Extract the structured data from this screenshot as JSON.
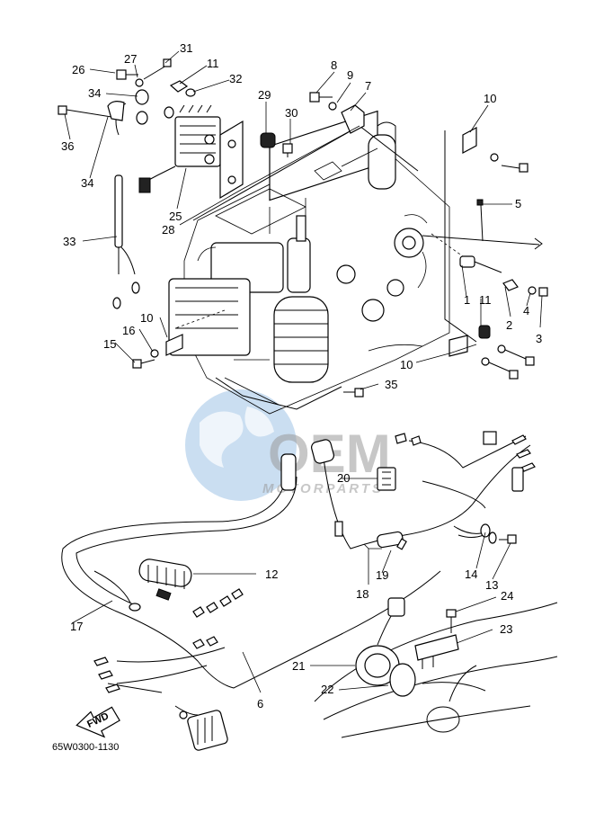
{
  "diagram": {
    "drawing_code": "65W0300-1130",
    "direction_marker": "FWD",
    "watermark": {
      "brand": "OEM",
      "sub": "MOTORPARTS"
    },
    "callouts": [
      "1",
      "2",
      "3",
      "4",
      "5",
      "6",
      "7",
      "8",
      "9",
      "10",
      "10",
      "10",
      "10",
      "11",
      "11",
      "12",
      "13",
      "14",
      "15",
      "16",
      "17",
      "18",
      "19",
      "20",
      "21",
      "22",
      "23",
      "24",
      "25",
      "26",
      "27",
      "28",
      "29",
      "30",
      "31",
      "32",
      "33",
      "34",
      "34",
      "35",
      "36"
    ]
  }
}
